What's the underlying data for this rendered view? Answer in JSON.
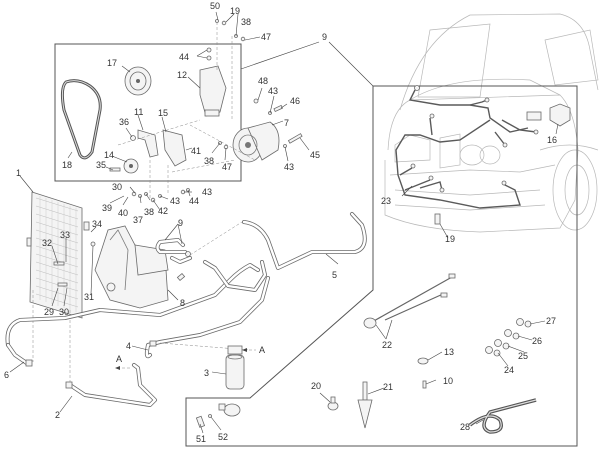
{
  "diagram": {
    "title": "Air conditioning system exploded parts diagram",
    "colors": {
      "background": "#ffffff",
      "line": "#6a6a6a",
      "label": "#333333",
      "vehicle_outline": "#b8b8b8"
    },
    "callouts": [
      {
        "id": "c1",
        "label": "1"
      },
      {
        "id": "c2",
        "label": "2"
      },
      {
        "id": "c3",
        "label": "3"
      },
      {
        "id": "c4",
        "label": "4"
      },
      {
        "id": "c5",
        "label": "5"
      },
      {
        "id": "c6",
        "label": "6"
      },
      {
        "id": "c7",
        "label": "7"
      },
      {
        "id": "c8",
        "label": "8"
      },
      {
        "id": "c9a",
        "label": "9"
      },
      {
        "id": "c9b",
        "label": "9"
      },
      {
        "id": "c10",
        "label": "10"
      },
      {
        "id": "c11",
        "label": "11"
      },
      {
        "id": "c12",
        "label": "12"
      },
      {
        "id": "c13",
        "label": "13"
      },
      {
        "id": "c14",
        "label": "14"
      },
      {
        "id": "c15",
        "label": "15"
      },
      {
        "id": "c16",
        "label": "16"
      },
      {
        "id": "c17",
        "label": "17"
      },
      {
        "id": "c18",
        "label": "18"
      },
      {
        "id": "c19a",
        "label": "19"
      },
      {
        "id": "c19b",
        "label": "19"
      },
      {
        "id": "c20",
        "label": "20"
      },
      {
        "id": "c21",
        "label": "21"
      },
      {
        "id": "c22",
        "label": "22"
      },
      {
        "id": "c23",
        "label": "23"
      },
      {
        "id": "c24",
        "label": "24"
      },
      {
        "id": "c25",
        "label": "25"
      },
      {
        "id": "c26",
        "label": "26"
      },
      {
        "id": "c27",
        "label": "27"
      },
      {
        "id": "c28",
        "label": "28"
      },
      {
        "id": "c29",
        "label": "29"
      },
      {
        "id": "c30a",
        "label": "30"
      },
      {
        "id": "c30b",
        "label": "30"
      },
      {
        "id": "c31",
        "label": "31"
      },
      {
        "id": "c32",
        "label": "32"
      },
      {
        "id": "c33",
        "label": "33"
      },
      {
        "id": "c34",
        "label": "34"
      },
      {
        "id": "c35",
        "label": "35"
      },
      {
        "id": "c36",
        "label": "36"
      },
      {
        "id": "c37",
        "label": "37"
      },
      {
        "id": "c38a",
        "label": "38"
      },
      {
        "id": "c38b",
        "label": "38"
      },
      {
        "id": "c38c",
        "label": "38"
      },
      {
        "id": "c39",
        "label": "39"
      },
      {
        "id": "c40",
        "label": "40"
      },
      {
        "id": "c41",
        "label": "41"
      },
      {
        "id": "c42",
        "label": "42"
      },
      {
        "id": "c43a",
        "label": "43"
      },
      {
        "id": "c43b",
        "label": "43"
      },
      {
        "id": "c43c",
        "label": "43"
      },
      {
        "id": "c43d",
        "label": "43"
      },
      {
        "id": "c44a",
        "label": "44"
      },
      {
        "id": "c44b",
        "label": "44"
      },
      {
        "id": "c45",
        "label": "45"
      },
      {
        "id": "c46",
        "label": "46"
      },
      {
        "id": "c47a",
        "label": "47"
      },
      {
        "id": "c47b",
        "label": "47"
      },
      {
        "id": "c48",
        "label": "48"
      },
      {
        "id": "c50",
        "label": "50"
      },
      {
        "id": "c51",
        "label": "51"
      },
      {
        "id": "c52",
        "label": "52"
      }
    ],
    "section_markers": [
      {
        "id": "a1",
        "label": "A"
      },
      {
        "id": "a2",
        "label": "A"
      }
    ]
  }
}
